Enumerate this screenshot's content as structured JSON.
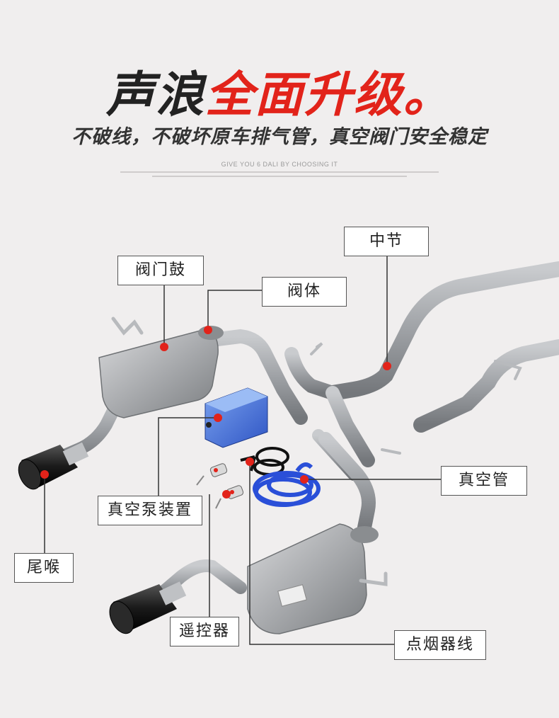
{
  "header": {
    "title_dark": "声浪",
    "title_red": "全面升级。",
    "subtitle": "不破线，不破坏原车排气管，真空阀门安全稳定",
    "tagline": "GIVE YOU 6 DALI BY CHOOSING IT"
  },
  "colors": {
    "accent_red": "#e2231a",
    "dark_text": "#222222",
    "background": "#f0eeee",
    "pipe_gray": "#9c9fa3",
    "vacuum_hose_blue": "#2a4fd8",
    "pump_blue": "#3f6fd6"
  },
  "labels": {
    "middle_section": "中节",
    "valve_muffler": "阀门鼓",
    "valve_body": "阀体",
    "vacuum_hose": "真空管",
    "vacuum_pump": "真空泵装置",
    "exhaust_tip": "尾喉",
    "remote": "遥控器",
    "cigarette_lighter_cable": "点烟器线"
  },
  "icons": [
    "exhaust-system-illustration",
    "remote-key-icon",
    "vacuum-pump-box",
    "cigarette-plug-icon"
  ]
}
